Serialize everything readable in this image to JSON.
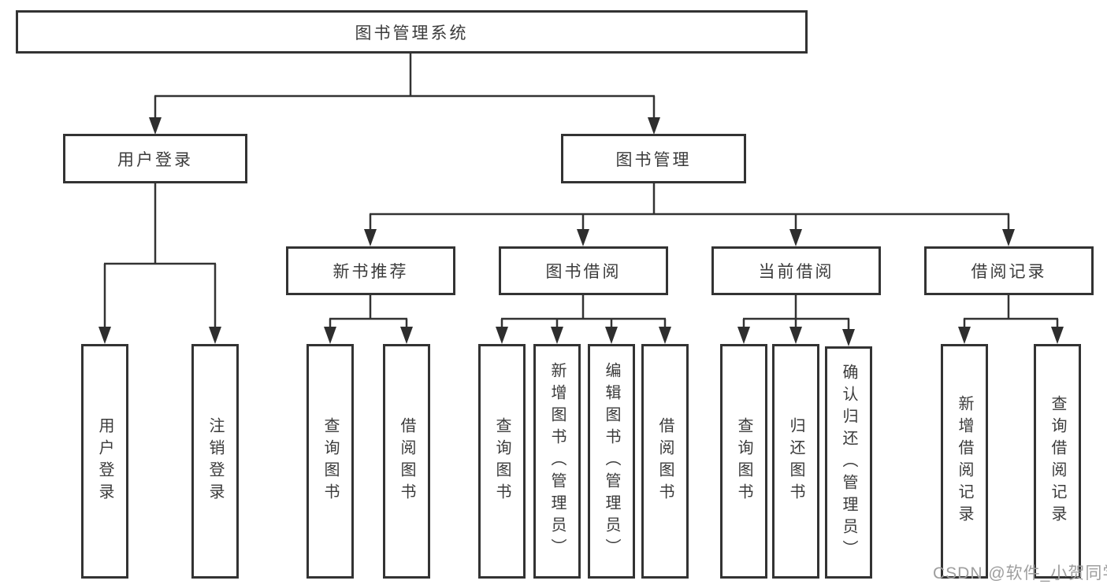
{
  "tree": {
    "label": "图书管理系统",
    "children": [
      {
        "label": "用户登录",
        "children": [
          {
            "label": "用户登录"
          },
          {
            "label": "注销登录"
          }
        ]
      },
      {
        "label": "图书管理",
        "children": [
          {
            "label": "新书推荐",
            "children": [
              {
                "label": "查询图书"
              },
              {
                "label": "借阅图书"
              }
            ]
          },
          {
            "label": "图书借阅",
            "children": [
              {
                "label": "查询图书"
              },
              {
                "label": "新增图书（管理员）"
              },
              {
                "label": "编辑图书（管理员）"
              },
              {
                "label": "借阅图书"
              }
            ]
          },
          {
            "label": "当前借阅",
            "children": [
              {
                "label": "查询图书"
              },
              {
                "label": "归还图书"
              },
              {
                "label": "确认归还（管理员）"
              }
            ]
          },
          {
            "label": "借阅记录",
            "children": [
              {
                "label": "新增借阅记录"
              },
              {
                "label": "查询借阅记录"
              }
            ]
          }
        ]
      }
    ]
  },
  "watermark": {
    "text": "CSDN @软件_小贺同学"
  },
  "colors": {
    "line": "#333333",
    "box_border": "#333333",
    "text": "#3b3b3b",
    "watermark": "#9e9e9e",
    "background": "#ffffff"
  }
}
